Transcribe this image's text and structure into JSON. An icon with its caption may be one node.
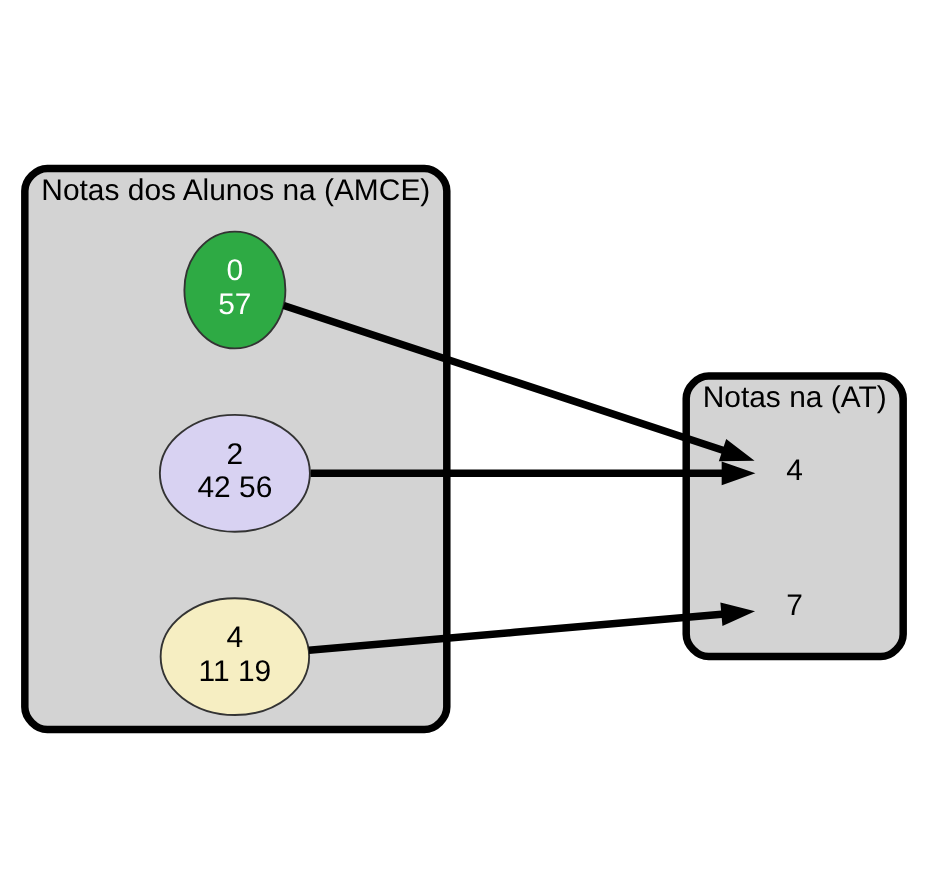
{
  "diagram": {
    "nodes": [
      {
        "text": [
          "Notas dos Alunos na (AMCE)"
        ]
      },
      {
        "text": [
          "0",
          "57"
        ],
        "in": 0
      },
      {
        "text": [
          "2",
          "42 56"
        ],
        "in": 0
      },
      {
        "text": [
          "4",
          "11 19"
        ],
        "in": 0
      },
      {
        "text": [
          "Notas na (AT)"
        ]
      },
      {
        "text": [
          "4"
        ],
        "in": 4
      },
      {
        "text": [
          "7"
        ],
        "in": 4
      }
    ],
    "edges": [
      {
        "from": 1,
        "to": 5,
        "arrow": "to"
      },
      {
        "from": 2,
        "to": 5,
        "arrow": "to"
      },
      {
        "from": 3,
        "to": 6,
        "arrow": "to"
      }
    ]
  }
}
